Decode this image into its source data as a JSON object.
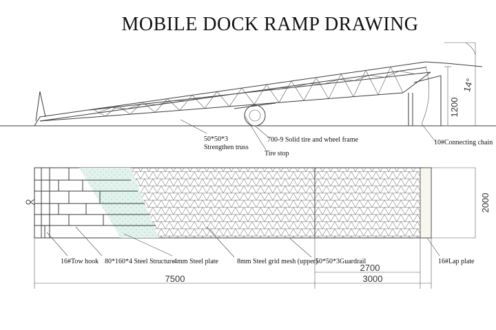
{
  "title": "MOBILE DOCK RAMP DRAWING",
  "side_view": {
    "dimensions": {
      "height": "1200",
      "angle": "14°"
    },
    "callouts": {
      "truss_size": "50*50*3",
      "truss_name": "Strengthen truss",
      "tire": "700-9 Solid tire and wheel frame",
      "tire_stop": "Tire stop",
      "chain": "10#Connecting chain"
    }
  },
  "plan_view": {
    "dimensions": {
      "overall_length": "7500",
      "platform_length": "2700",
      "lip_length": "3000",
      "width": "2000"
    },
    "callouts": {
      "tow_hook": "16#Tow hook",
      "steel_structure": "80*160*4 Steel Structure",
      "steel_plate": "4mm Steel plate",
      "grid_mesh": "8mm Steel grid mesh (upper)",
      "guardrail": "50*50*3Guardrail",
      "lap_plate": "16#Lap plate"
    }
  },
  "colors": {
    "line": "#3a3a3a",
    "mesh": "#555555",
    "plate_tint": "#dff1ec"
  }
}
